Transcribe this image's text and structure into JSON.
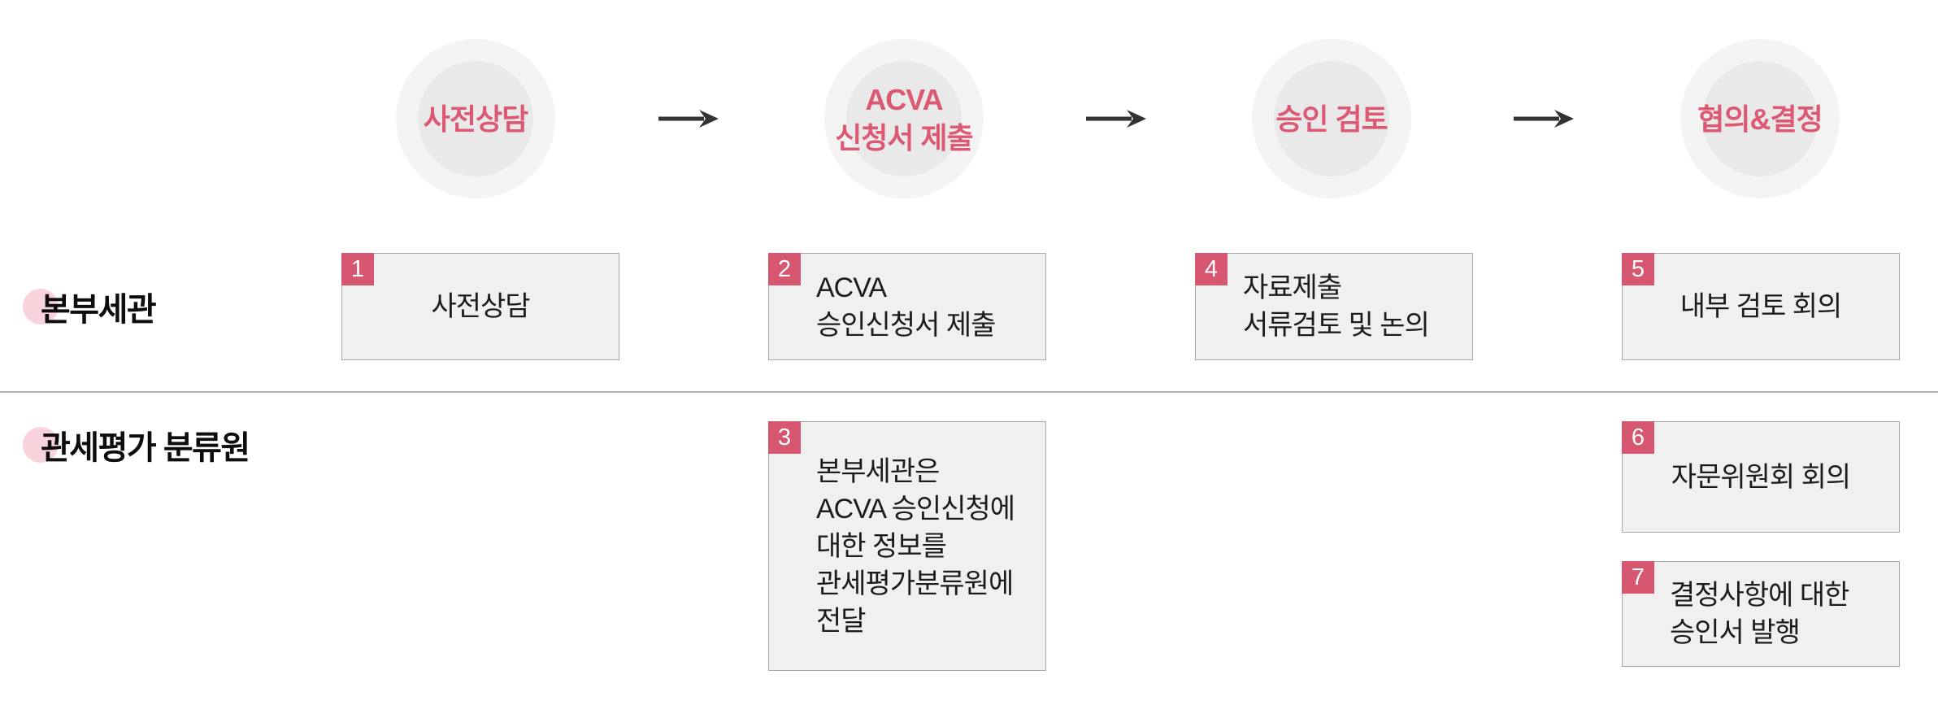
{
  "stages": [
    {
      "label": "사전상담"
    },
    {
      "label": "ACVA\n신청서 제출"
    },
    {
      "label": "승인 검토"
    },
    {
      "label": "협의&결정"
    }
  ],
  "lanes": [
    {
      "label": "본부세관"
    },
    {
      "label": "관세평가 분류원"
    }
  ],
  "boxes": [
    {
      "number": "1",
      "text": "사전상담"
    },
    {
      "number": "2",
      "text": "ACVA\n승인신청서 제출"
    },
    {
      "number": "3",
      "text": "본부세관은\nACVA 승인신청에\n대한 정보를\n관세평가분류원에\n전달"
    },
    {
      "number": "4",
      "text": "자료제출\n서류검토 및 논의"
    },
    {
      "number": "5",
      "text": "내부 검토 회의"
    },
    {
      "number": "6",
      "text": "자문위원회 회의"
    },
    {
      "number": "7",
      "text": "결정사항에 대한\n승인서 발행"
    }
  ],
  "icons": [
    {
      "name": "arrow-right-icon",
      "count": 3
    }
  ],
  "colors": {
    "accent": "#dd5872",
    "badge": "#d75670",
    "lane_dot": "#f8d3db",
    "box_bg": "#f0f0f0",
    "box_border": "#a8a8a8",
    "circle_outer": "#f4f4f4",
    "circle_inner": "#e9e9e9",
    "arrow": "#333333",
    "divider": "#b3b3b3",
    "text_dark": "#1c1c1c"
  }
}
